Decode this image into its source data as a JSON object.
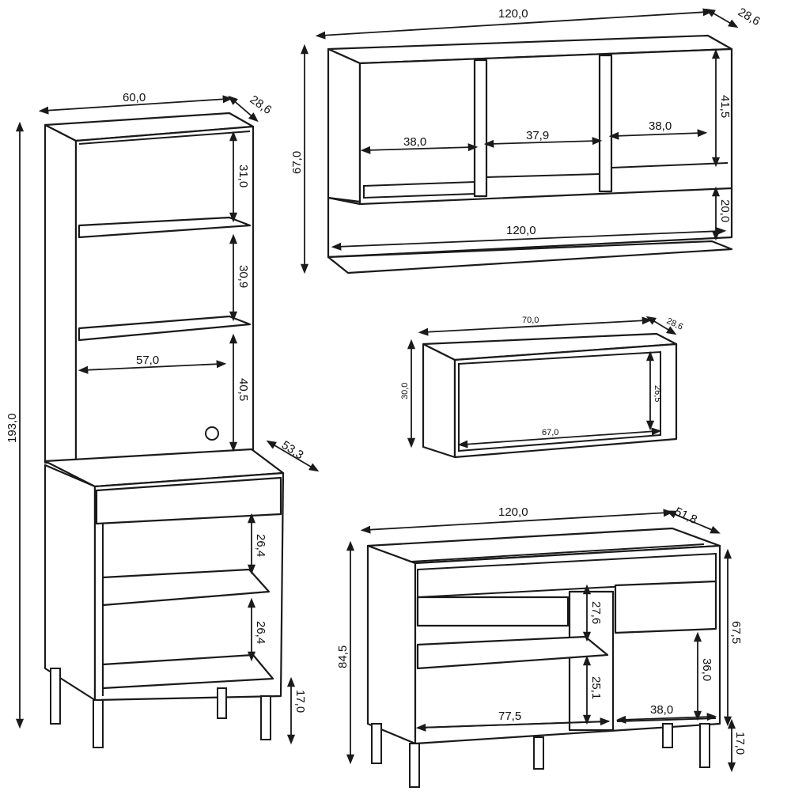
{
  "colors": {
    "line": "#1a1a1a",
    "background": "#ffffff"
  },
  "tall_unit": {
    "width": "60,0",
    "depth": "28,6",
    "height": "193,0",
    "shelf1": "31,0",
    "shelf2": "30,9",
    "inner_width": "57,0",
    "niche": "40,5",
    "counter_depth": "53,3",
    "lower1": "26,4",
    "lower2": "26,4",
    "legs": "17,0"
  },
  "wall_unit": {
    "width": "120,0",
    "depth": "28,6",
    "height": "67,0",
    "comp1": "38,0",
    "comp2": "37,9",
    "comp3": "38,0",
    "comp_height": "41,5",
    "rail_height": "20,0",
    "rail_width": "120,0"
  },
  "small_unit": {
    "width": "70,0",
    "depth": "28,6",
    "height": "30,0",
    "inner_height": "26,5",
    "inner_width": "67,0"
  },
  "base_unit": {
    "width": "120,0",
    "depth": "51,8",
    "height": "84,5",
    "body_height": "67,5",
    "upper_shelf": "27,6",
    "right_niche": "36,0",
    "lower_shelf": "25,1",
    "left_width": "77,5",
    "right_width": "38,0",
    "legs": "17,0"
  }
}
